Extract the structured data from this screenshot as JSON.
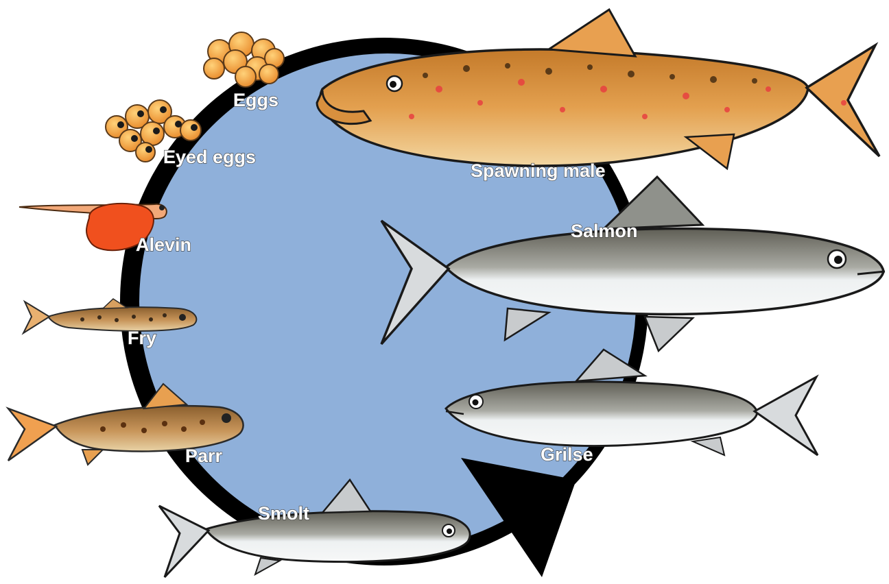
{
  "diagram": {
    "stages": [
      {
        "id": "eggs",
        "label": "Eggs"
      },
      {
        "id": "eyed-eggs",
        "label": "Eyed eggs"
      },
      {
        "id": "alevin",
        "label": "Alevin"
      },
      {
        "id": "fry",
        "label": "Fry"
      },
      {
        "id": "parr",
        "label": "Parr"
      },
      {
        "id": "smolt",
        "label": "Smolt"
      },
      {
        "id": "grilse",
        "label": "Grilse"
      },
      {
        "id": "salmon",
        "label": "Salmon"
      },
      {
        "id": "spawning-male",
        "label": "Spawning male"
      }
    ],
    "colors": {
      "cycle_fill": "#8fb0da",
      "cycle_ring": "#000000",
      "egg": "#f4a640",
      "alevin_yolk": "#f0501e",
      "parr_body": "#b8864a",
      "spawning_body": "#e0a050",
      "spot_red": "#e84040",
      "silver_body": "#e8ecef",
      "silver_back": "#7a7a70"
    }
  }
}
